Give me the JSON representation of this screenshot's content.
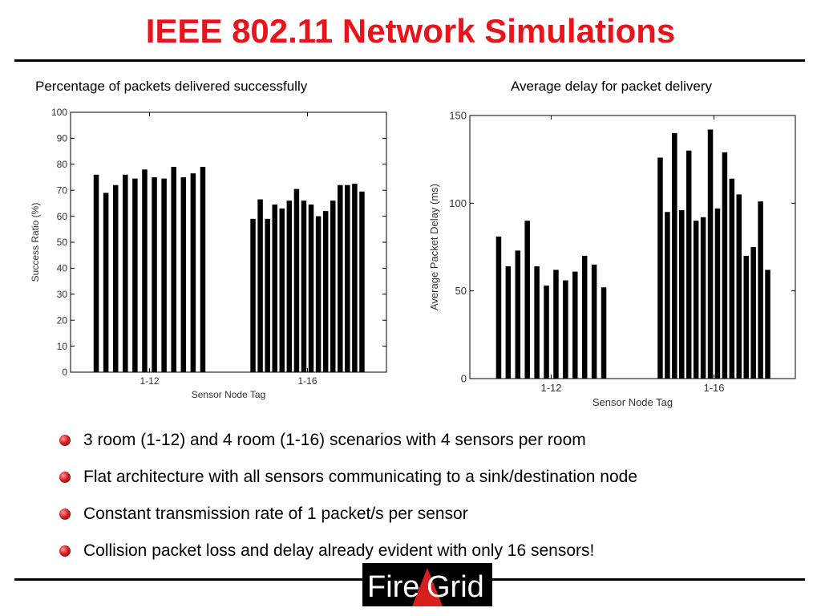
{
  "slide": {
    "title": "IEEE 802.11 Network Simulations",
    "title_color": "#e8141b",
    "rule_color": "#000000"
  },
  "captions": {
    "left": "Percentage of packets delivered successfully",
    "right": "Average delay for packet delivery"
  },
  "bullets": [
    "3 room (1-12) and 4 room (1-16) scenarios with 4 sensors per room",
    "Flat architecture with all sensors communicating to a sink/destination node",
    "Constant transmission rate of 1 packet/s per sensor",
    "Collision packet loss and delay already evident with only 16 sensors!"
  ],
  "bullet_icon": "red-sphere-bullet-icon",
  "logo": {
    "text_a": "Fire",
    "text_b": "Grid",
    "icon": "firegrid-logo-icon",
    "text_color": "#ffffff",
    "background": "#000000",
    "accent": "#d62020"
  },
  "chart_data": [
    {
      "type": "bar",
      "title": "",
      "xlabel": "Sensor Node Tag",
      "ylabel": "Success Ratio (%)",
      "ylim": [
        0,
        100
      ],
      "yticks": [
        0,
        10,
        20,
        30,
        40,
        50,
        60,
        70,
        80,
        90,
        100
      ],
      "grid": false,
      "bar_color": "#000000",
      "groups": [
        {
          "label": "1-12",
          "values": [
            76,
            69,
            72,
            76,
            74.5,
            78,
            75,
            74.5,
            79,
            75,
            76.5,
            79
          ]
        },
        {
          "label": "1-16",
          "values": [
            59,
            66.5,
            59,
            64.5,
            63,
            66,
            70.5,
            66,
            64.5,
            60,
            62,
            66,
            72,
            72,
            72.5,
            69.5
          ]
        }
      ]
    },
    {
      "type": "bar",
      "title": "",
      "xlabel": "Sensor Node Tag",
      "ylabel": "Average Packet Delay (ms)",
      "ylim": [
        0,
        150
      ],
      "yticks": [
        0,
        50,
        100,
        150
      ],
      "grid": false,
      "bar_color": "#000000",
      "groups": [
        {
          "label": "1-12",
          "values": [
            81,
            64,
            73,
            90,
            64,
            53,
            62,
            56,
            61,
            70,
            65,
            52
          ]
        },
        {
          "label": "1-16",
          "values": [
            126,
            95,
            140,
            96,
            130,
            90,
            92,
            142,
            97,
            129,
            114,
            105,
            70,
            75,
            101,
            62
          ]
        }
      ]
    }
  ]
}
